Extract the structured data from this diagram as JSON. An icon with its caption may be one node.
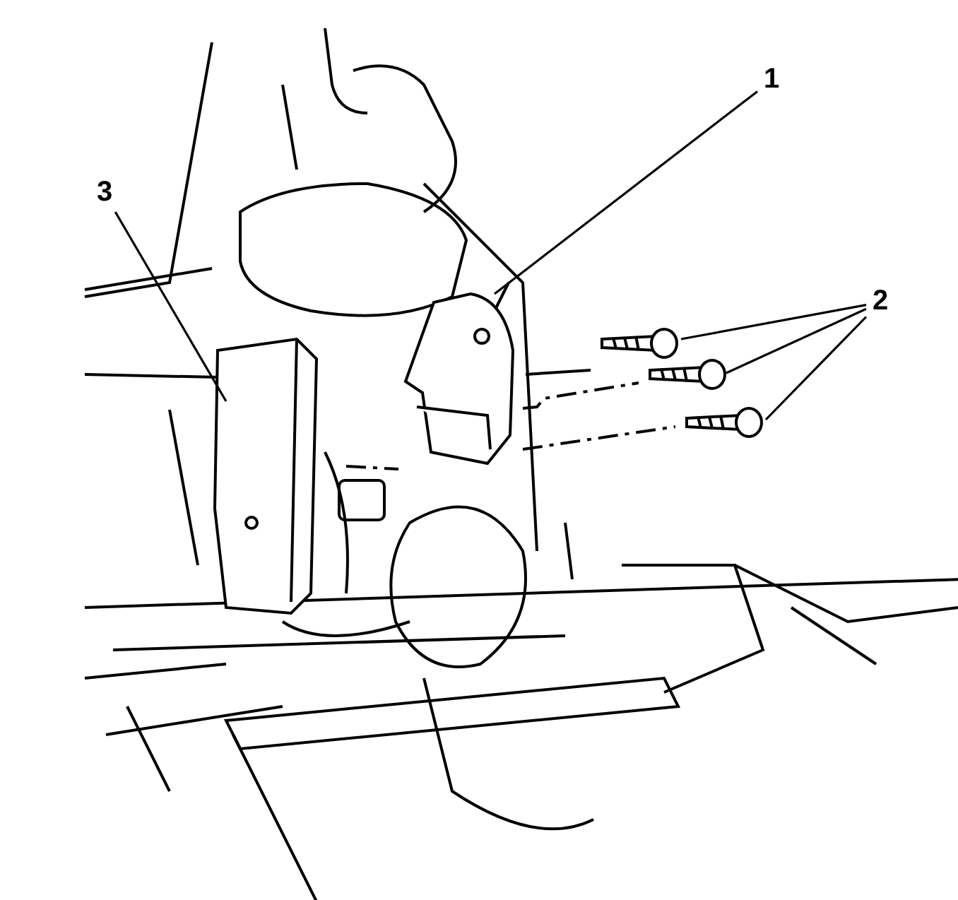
{
  "diagram": {
    "nodes": [
      {
        "text": [
          "1"
        ]
      },
      {
        "text": [],
        "shape": "picture"
      },
      {
        "text": [
          "2"
        ]
      },
      {
        "text": [],
        "shape": "picture"
      },
      {
        "text": [],
        "shape": "picture"
      },
      {
        "text": [],
        "shape": "picture"
      },
      {
        "text": [
          "3"
        ]
      },
      {
        "text": [],
        "shape": "picture"
      }
    ],
    "edges": [
      {
        "from": 0,
        "to": 1,
        "arrow": "none"
      },
      {
        "from": 2,
        "to": 3,
        "arrow": "none"
      },
      {
        "from": 2,
        "to": 4,
        "arrow": "none"
      },
      {
        "from": 2,
        "to": 5,
        "arrow": "none"
      },
      {
        "from": 6,
        "to": 7,
        "arrow": "none"
      }
    ]
  }
}
